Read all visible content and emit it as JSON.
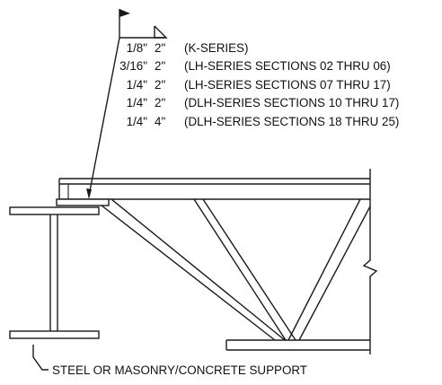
{
  "weld_callout": {
    "rows": [
      {
        "size": "1/8\"",
        "length": "2\"",
        "note": "(K-SERIES)"
      },
      {
        "size": "3/16\"",
        "length": "2\"",
        "note": "(LH-SERIES SECTIONS 02 THRU 06)"
      },
      {
        "size": "1/4\"",
        "length": "2\"",
        "note": "(LH-SERIES SECTIONS 07 THRU 17)"
      },
      {
        "size": "1/4\"",
        "length": "2\"",
        "note": "(DLH-SERIES SECTIONS 10 THRU 17)"
      },
      {
        "size": "1/4\"",
        "length": "4\"",
        "note": "(DLH-SERIES SECTIONS 18 THRU 25)"
      }
    ]
  },
  "support_label": "STEEL OR MASONRY/CONCRETE SUPPORT",
  "colors": {
    "ink": "#1a1a1a",
    "background": "#ffffff"
  }
}
